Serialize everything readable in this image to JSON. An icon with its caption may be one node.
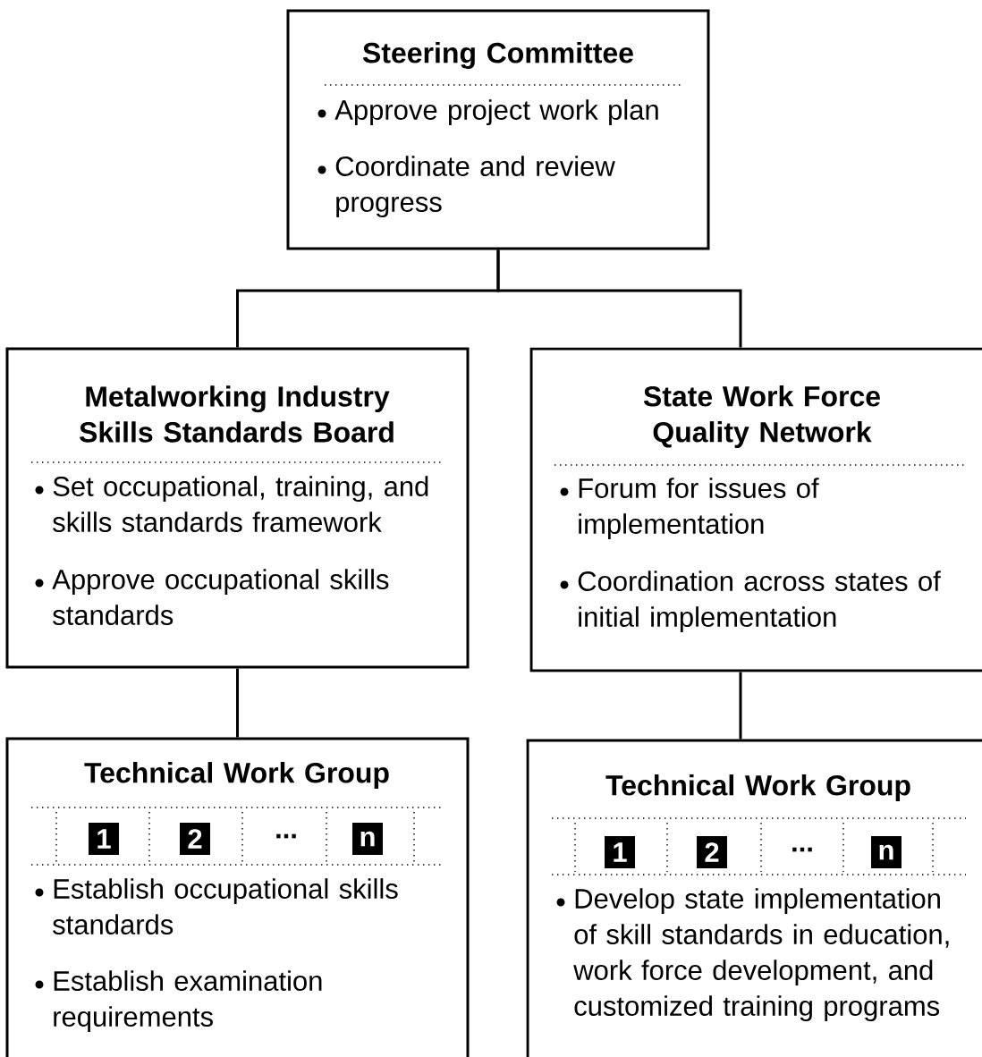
{
  "diagram": {
    "nodes": [
      {
        "text": [
          "Steering Committee",
          "Approve project work plan",
          "Coordinate and review progress"
        ]
      },
      {
        "text": [
          "Metalworking Industry Skills Standards Board",
          "Set occupational, training, and skills standards framework",
          "Approve occupational skills standards"
        ]
      },
      {
        "text": [
          "State Work Force Quality Network",
          "Forum for issues of implementation",
          "Coordination across states of initial implementation"
        ]
      },
      {
        "text": [
          "Technical Work Group",
          "...",
          "Establish occupational skills standards",
          "Establish examination requirements"
        ]
      },
      {
        "text": [
          "1"
        ],
        "in": 3
      },
      {
        "text": [
          "2"
        ],
        "in": 3
      },
      {
        "text": [
          "n"
        ],
        "in": 3
      },
      {
        "text": [
          "Technical Work Group",
          "...",
          "Develop state implementation of skill standards in education, work force development, and customized training programs"
        ]
      },
      {
        "text": [
          "1"
        ],
        "in": 7
      },
      {
        "text": [
          "2"
        ],
        "in": 7
      },
      {
        "text": [
          "n"
        ],
        "in": 7
      }
    ],
    "edges": [
      {
        "from": 0,
        "to": 1,
        "arrow": "none"
      },
      {
        "from": 0,
        "to": 2,
        "arrow": "none"
      },
      {
        "from": 1,
        "to": 3,
        "arrow": "none"
      },
      {
        "from": 2,
        "to": 7,
        "arrow": "none"
      }
    ]
  }
}
